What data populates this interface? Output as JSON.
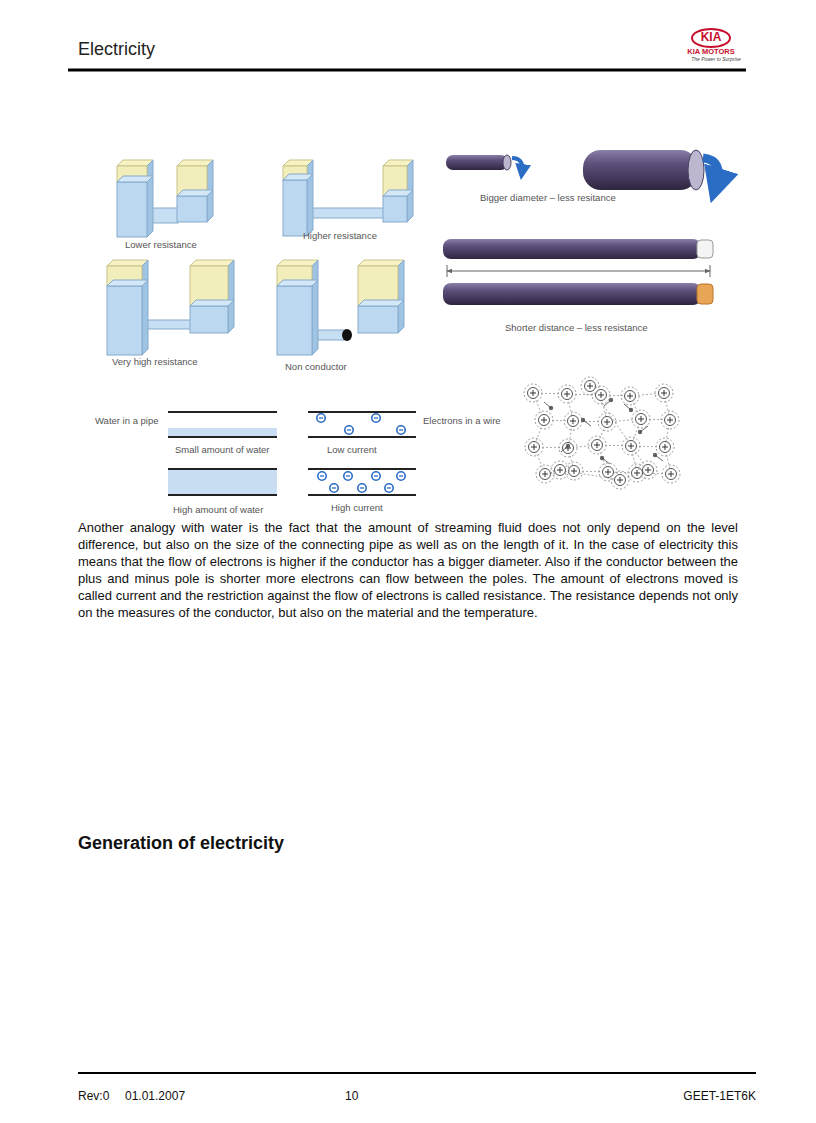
{
  "diagram": {
    "title": "Electricity",
    "labels": [
      "KIA",
      "KIA MOTORS",
      "The Power to Surprise",
      "Lower resistance",
      "Higher resistance",
      "Bigger diameter – less resitance",
      "Shorter distance – less resistance",
      "Very high resistance",
      "Non conductor",
      "Water in a pipe",
      "Electrons in a wire",
      "Small amount of water",
      "Low current",
      "High amount of water",
      "High current",
      "Another analogy with water is the fact that the amount of streaming fluid does not only depend on the level difference, but also on the size of the connecting pipe as well as on the length of it. In the case of electricity this means that the flow of electrons is higher if the conductor has a bigger diameter. Also if the conductor between the plus and minus pole is shorter more electrons can flow between the poles. The amount of electrons moved is called current and the restriction against the flow of electrons is called resistance. The resistance depends not only on the measures of the conductor, but also on the material and the temperature.",
      "Generation of electricity",
      "Rev:0",
      "01.01.2007",
      "10",
      "GEET-1ET6K"
    ]
  }
}
